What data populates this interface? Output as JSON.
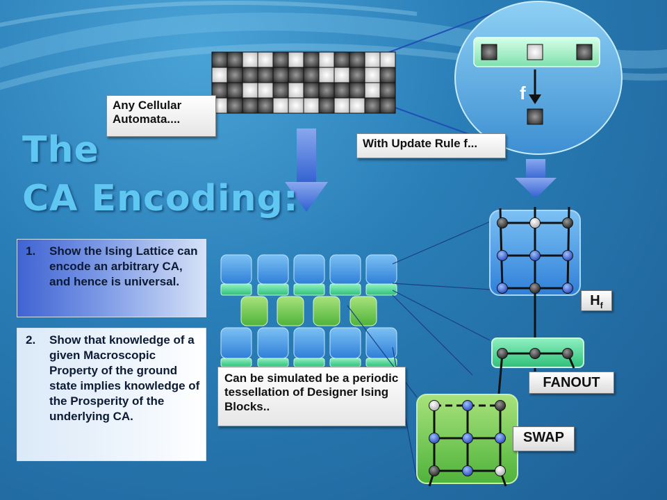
{
  "title": {
    "line1": "The",
    "line2": "CA Encoding:"
  },
  "labels": {
    "any_ca": "Any Cellular Automata....",
    "update_rule": "With Update Rule f...",
    "simulated": "Can be simulated be a periodic tessellation of Designer Ising Blocks..",
    "f_symbol": "f"
  },
  "points": [
    {
      "num": "1.",
      "text": "Show the Ising Lattice can encode an arbitrary CA, and hence is universal."
    },
    {
      "num": "2.",
      "text": " Show that knowledge of a given Macroscopic Property of the ground state implies knowledge of the Prosperity of the underlying CA."
    }
  ],
  "blocks": {
    "hf": "H",
    "hf_sub": "f",
    "fanout": "FANOUT",
    "swap": "SWAP"
  },
  "colors": {
    "title": "#5fc7f2",
    "blue_block": "#3f8fe0",
    "green_block": "#5fc44a",
    "teal_block": "#3fcf8e"
  }
}
